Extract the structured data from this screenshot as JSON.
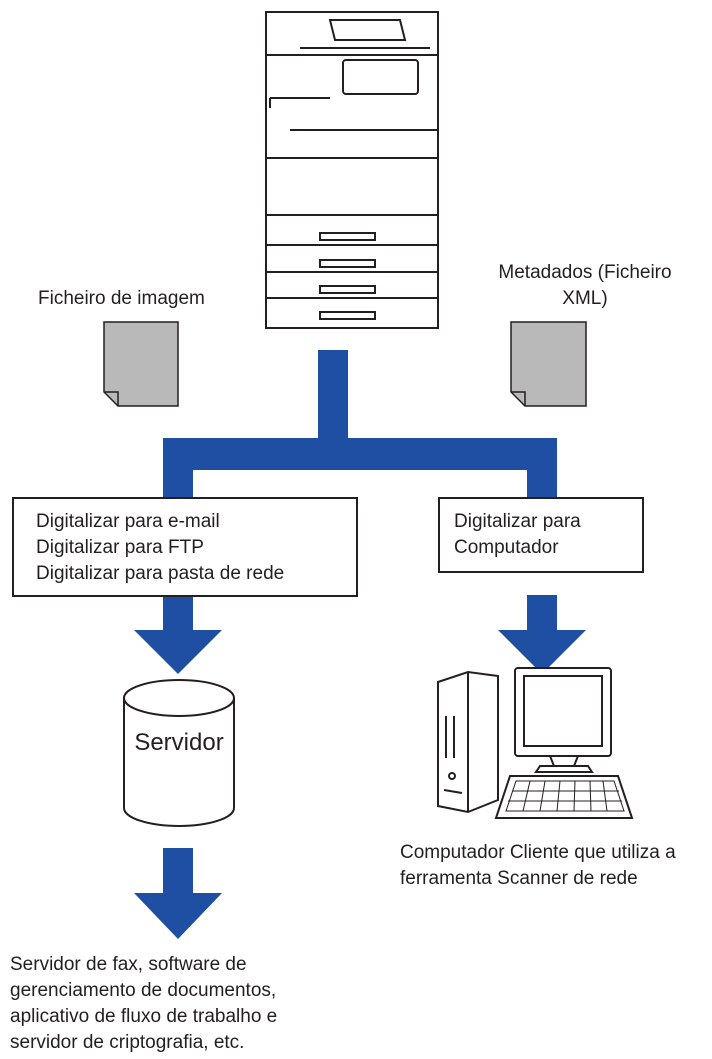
{
  "labels": {
    "image_file": "Ficheiro de imagem",
    "metadata": "Metadados (Ficheiro\nXML)",
    "server": "Servidor",
    "client_caption": "Computador Cliente que utiliza a\nferramenta Scanner de rede",
    "destinations_caption": "Servidor de fax, software de\ngerenciamento de documentos,\naplicativo de fluxo de trabalho e\nservidor de criptografia, etc."
  },
  "left_box": {
    "lines": [
      "Digitalizar para e-mail",
      "Digitalizar para FTP",
      "Digitalizar para pasta de rede"
    ]
  },
  "right_box": {
    "lines": [
      "Digitalizar para",
      "Computador"
    ]
  },
  "colors": {
    "arrow": "#1f4fa3",
    "document": "#b9b9b9",
    "stroke": "#231f20"
  }
}
